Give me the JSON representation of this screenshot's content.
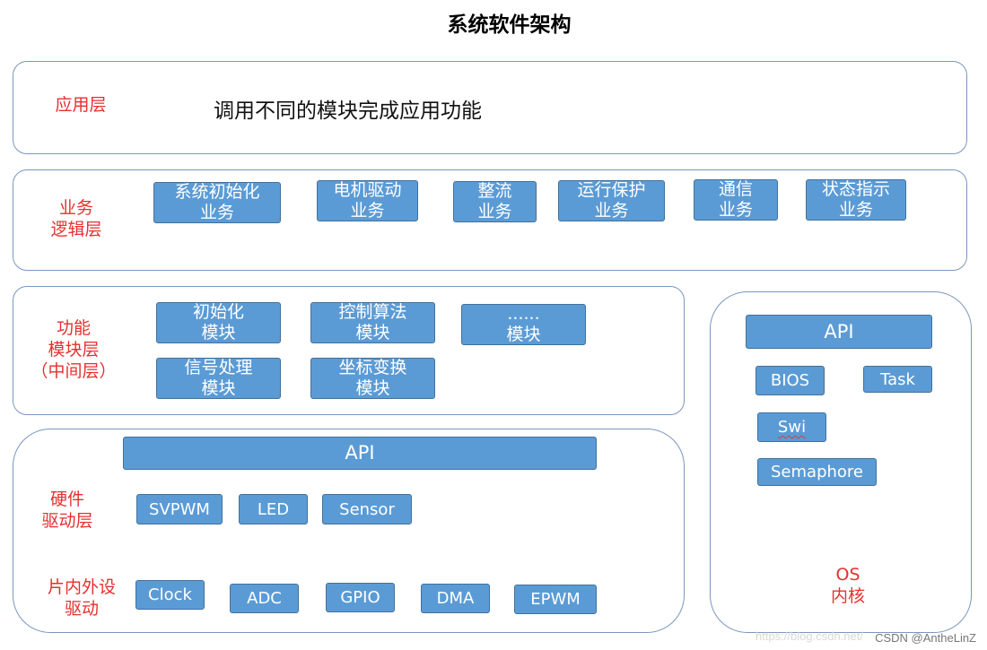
{
  "title": "系统软件架构",
  "application_layer": {
    "label": "应用层",
    "description": "调用不同的模块完成应用功能"
  },
  "business_layer": {
    "label_lines": [
      "业务",
      "逻辑层"
    ],
    "boxes": [
      [
        "系统初始化",
        "业务"
      ],
      [
        "电机驱动",
        "业务"
      ],
      [
        "整流",
        "业务"
      ],
      [
        "运行保护",
        "业务"
      ],
      [
        "通信",
        "业务"
      ],
      [
        "状态指示",
        "业务"
      ]
    ]
  },
  "function_layer": {
    "label_lines": [
      "功能",
      "模块层",
      "（中间层）"
    ],
    "boxes": [
      [
        "初始化",
        "模块"
      ],
      [
        "控制算法",
        "模块"
      ],
      [
        "......",
        "模块"
      ],
      [
        "信号处理",
        "模块"
      ],
      [
        "坐标变换",
        "模块"
      ]
    ]
  },
  "driver_layer": {
    "api": "API",
    "hw_label_lines": [
      "硬件",
      "驱动层"
    ],
    "hw_boxes": [
      "SVPWM",
      "LED",
      "Sensor"
    ],
    "periph_label_lines": [
      "片内外设",
      "驱动"
    ],
    "periph_boxes": [
      "Clock",
      "ADC",
      "GPIO",
      "DMA",
      "EPWM"
    ]
  },
  "os_layer": {
    "api": "API",
    "boxes": [
      "BIOS",
      "Task",
      "Swi",
      "Semaphore"
    ],
    "label_lines": [
      "OS",
      "内核"
    ]
  },
  "watermark": "CSDN @AntheLinZ",
  "watermark_faint": "https://blog.csdn.net/"
}
